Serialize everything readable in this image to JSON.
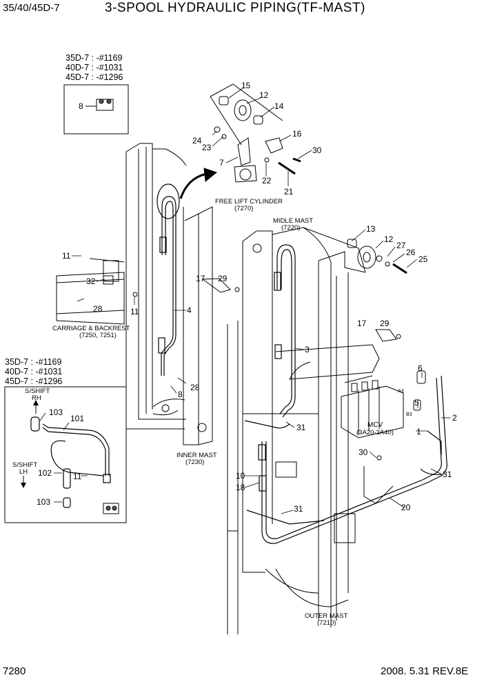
{
  "header": {
    "model": "35/40/45D-7",
    "title": "3-SPOOL HYDRAULIC PIPING(TF-MAST)"
  },
  "footer": {
    "page_number": "7280",
    "revision": "2008. 5.31  REV.8E"
  },
  "serial_box_top": [
    "35D-7 : -#1169",
    "40D-7 : -#1031",
    "45D-7 : -#1296"
  ],
  "serial_box_left": [
    "35D-7 : -#1169",
    "40D-7 : -#1031",
    "45D-7 : -#1296"
  ],
  "labels": {
    "free_lift_cylinder": "FREE LIFT CYLINDER",
    "free_lift_cylinder_code": "(7270)",
    "midle_mast": "MIDLE MAST",
    "midle_mast_code": "(7220)",
    "carriage": "CARRIAGE & BACKREST",
    "carriage_code": "(7250, 7251)",
    "inner_mast": "INNER MAST",
    "inner_mast_code": "(7230)",
    "outer_mast": "OUTER MAST",
    "outer_mast_code": "(7210)",
    "mcv": "MCV",
    "mcv_code": "(3A20-3A40)",
    "sshift_rh_1": "S/SHIFT",
    "sshift_rh_2": "RH",
    "sshift_lh_1": "S/SHIFT",
    "sshift_lh_2": "LH",
    "port_a3": "A3",
    "port_b3": "B3"
  },
  "callouts": {
    "n8a": "8",
    "n15": "15",
    "n12a": "12",
    "n14": "14",
    "n16": "16",
    "n24": "24",
    "n23": "23",
    "n30a": "30",
    "n7": "7",
    "n22": "22",
    "n21": "21",
    "n11a": "11",
    "n32": "32",
    "n17a": "17",
    "n29a": "29",
    "n4": "4",
    "n28a": "28",
    "n11b": "11",
    "n13": "13",
    "n12b": "12",
    "n27": "27",
    "n26": "26",
    "n25": "25",
    "n3": "3",
    "n17b": "17",
    "n29b": "29",
    "n6": "6",
    "n28b": "28",
    "n8b": "8",
    "n103a": "103",
    "n101": "101",
    "n31a": "31",
    "n5": "5",
    "n2": "2",
    "n1": "1",
    "n102": "102",
    "n11c": "11",
    "n30b": "30",
    "n10": "10",
    "n18": "18",
    "n31b": "31",
    "n31c": "31",
    "n20": "20",
    "n103b": "103"
  },
  "icons": [
    "arrow-icon",
    "arrow-up-icon",
    "arrow-down-icon"
  ]
}
